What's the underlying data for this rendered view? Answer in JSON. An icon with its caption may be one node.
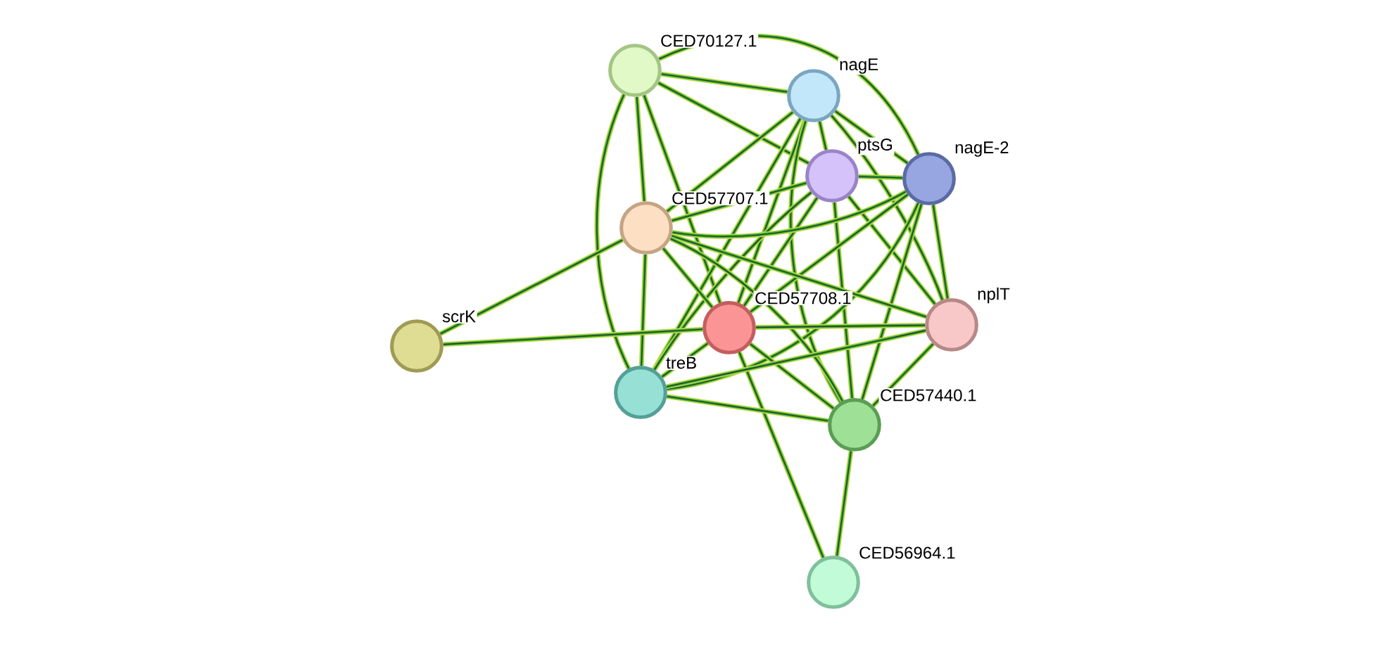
{
  "diagram": {
    "nodes": [
      {
        "text": [],
        "shape": "circle",
        "beside": [
          "CED70127.1"
        ]
      },
      {
        "text": [],
        "shape": "circle",
        "beside": [
          "nagE"
        ]
      },
      {
        "text": [],
        "shape": "circle",
        "beside": [
          "ptsG"
        ]
      },
      {
        "text": [],
        "shape": "circle",
        "beside": [
          "nagE-2"
        ]
      },
      {
        "text": [],
        "shape": "circle",
        "beside": [
          "CED57707.1"
        ]
      },
      {
        "text": [],
        "shape": "circle",
        "beside": [
          "scrK"
        ]
      },
      {
        "text": [],
        "shape": "circle",
        "beside": [
          "CED57708.1"
        ]
      },
      {
        "text": [],
        "shape": "circle",
        "beside": [
          "nplT"
        ]
      },
      {
        "text": [],
        "shape": "circle",
        "beside": [
          "treB"
        ]
      },
      {
        "text": [],
        "shape": "circle",
        "beside": [
          "CED57440.1"
        ]
      },
      {
        "text": [],
        "shape": "circle",
        "beside": [
          "CED56964.1"
        ]
      }
    ],
    "edges": [
      {
        "from": 0,
        "to": 1,
        "arrow": "none"
      },
      {
        "from": 0,
        "to": 2,
        "arrow": "none"
      },
      {
        "from": 0,
        "to": 3,
        "arrow": "none"
      },
      {
        "from": 0,
        "to": 4,
        "arrow": "none"
      },
      {
        "from": 0,
        "to": 6,
        "arrow": "none"
      },
      {
        "from": 0,
        "to": 8,
        "arrow": "none"
      },
      {
        "from": 1,
        "to": 2,
        "arrow": "none"
      },
      {
        "from": 1,
        "to": 3,
        "arrow": "none"
      },
      {
        "from": 1,
        "to": 4,
        "arrow": "none"
      },
      {
        "from": 1,
        "to": 6,
        "arrow": "none"
      },
      {
        "from": 1,
        "to": 7,
        "arrow": "none"
      },
      {
        "from": 1,
        "to": 8,
        "arrow": "none"
      },
      {
        "from": 1,
        "to": 9,
        "arrow": "none"
      },
      {
        "from": 2,
        "to": 3,
        "arrow": "none"
      },
      {
        "from": 2,
        "to": 4,
        "arrow": "none"
      },
      {
        "from": 2,
        "to": 6,
        "arrow": "none"
      },
      {
        "from": 2,
        "to": 7,
        "arrow": "none"
      },
      {
        "from": 2,
        "to": 8,
        "arrow": "none"
      },
      {
        "from": 2,
        "to": 9,
        "arrow": "none"
      },
      {
        "from": 3,
        "to": 4,
        "arrow": "none"
      },
      {
        "from": 3,
        "to": 6,
        "arrow": "none"
      },
      {
        "from": 3,
        "to": 7,
        "arrow": "none"
      },
      {
        "from": 3,
        "to": 8,
        "arrow": "none"
      },
      {
        "from": 3,
        "to": 9,
        "arrow": "none"
      },
      {
        "from": 4,
        "to": 5,
        "arrow": "none"
      },
      {
        "from": 4,
        "to": 6,
        "arrow": "none"
      },
      {
        "from": 4,
        "to": 7,
        "arrow": "none"
      },
      {
        "from": 4,
        "to": 8,
        "arrow": "none"
      },
      {
        "from": 4,
        "to": 9,
        "arrow": "none"
      },
      {
        "from": 5,
        "to": 6,
        "arrow": "none"
      },
      {
        "from": 6,
        "to": 7,
        "arrow": "none"
      },
      {
        "from": 6,
        "to": 8,
        "arrow": "none"
      },
      {
        "from": 6,
        "to": 9,
        "arrow": "none"
      },
      {
        "from": 6,
        "to": 10,
        "arrow": "none"
      },
      {
        "from": 7,
        "to": 8,
        "arrow": "none"
      },
      {
        "from": 7,
        "to": 9,
        "arrow": "none"
      },
      {
        "from": 8,
        "to": 9,
        "arrow": "none"
      },
      {
        "from": 9,
        "to": 10,
        "arrow": "none"
      }
    ]
  }
}
